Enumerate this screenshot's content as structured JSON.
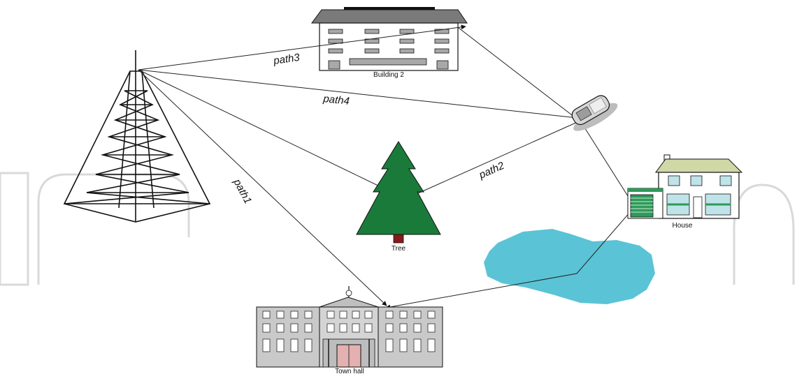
{
  "labels": {
    "building": "Building 2",
    "tree": "Tree",
    "house": "House",
    "town_hall": "Town hall"
  },
  "paths": [
    "path1",
    "path2",
    "path3",
    "path4"
  ],
  "colors": {
    "tree_green": "#1a7a3a",
    "trunk": "#8a1a1a",
    "lake": "#5bc3d6",
    "house_roof": "#cfd8a6",
    "house_wall": "#ffffff",
    "house_accent": "#2d9a5a",
    "town_hall_wall": "#c9c9c9",
    "town_hall_door": "#e3b1b1",
    "watermark": "#d9d9d9"
  },
  "icons": [
    "transmitter-tower-icon",
    "building-icon",
    "mobile-phone-icon",
    "tree-icon",
    "house-icon",
    "lake-icon",
    "town-hall-icon"
  ]
}
